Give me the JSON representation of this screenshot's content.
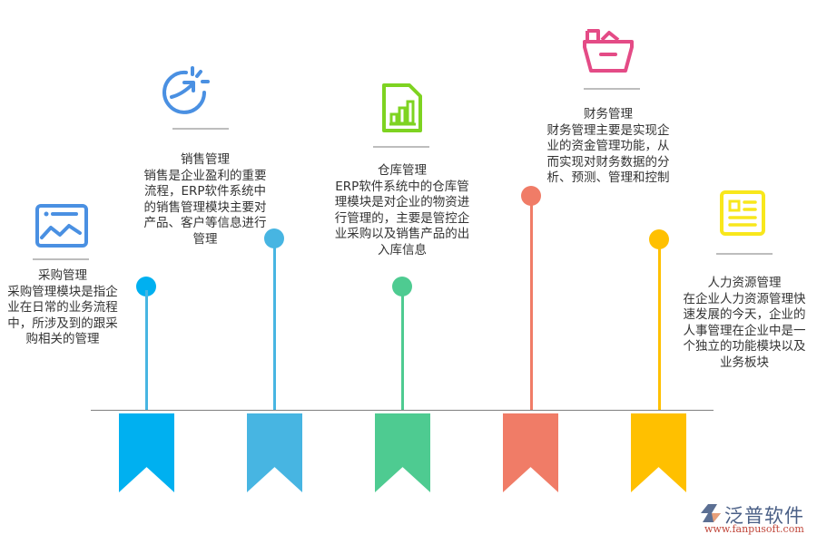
{
  "colors": {
    "blue_icon": "#4a90e2",
    "green_icon": "#7ed321",
    "pink_icon": "#e44b86",
    "yellow_icon": "#f8e71c",
    "divider": "#bdbdbd",
    "baseline": "#808080",
    "text": "#333333"
  },
  "items": [
    {
      "title": "采购管理",
      "body": "采购管理模块是指企业在日常的业务流程中，所涉及到的跟采购相关的管理",
      "icon": "image-chart-icon",
      "color": "#00b0f0"
    },
    {
      "title": "销售管理",
      "body": "销售是企业盈利的重要流程，ERP软件系统中的销售管理模块主要对产品、客户等信息进行管理",
      "icon": "growth-arrow-icon",
      "color": "#47b5e2"
    },
    {
      "title": "仓库管理",
      "body": "ERP软件系统中的仓库管理模块是对企业的物资进行管理的，主要是管控企业采购以及销售产品的出入库信息",
      "icon": "document-chart-icon",
      "color": "#4ecb91"
    },
    {
      "title": "财务管理",
      "body": "财务管理主要是实现企业的资金管理功能，从而实现对财务数据的分析、预测、管理和控制",
      "icon": "basket-icon",
      "color": "#f07c67"
    },
    {
      "title": "人力资源管理",
      "body": "在企业人力资源管理快速发展的今天，企业的人事管理在企业中是一个独立的功能模块以及业务板块",
      "icon": "profile-card-icon",
      "color": "#ffc000"
    }
  ],
  "logo": {
    "name": "泛普软件",
    "url": "www.fanpusoft.com"
  }
}
